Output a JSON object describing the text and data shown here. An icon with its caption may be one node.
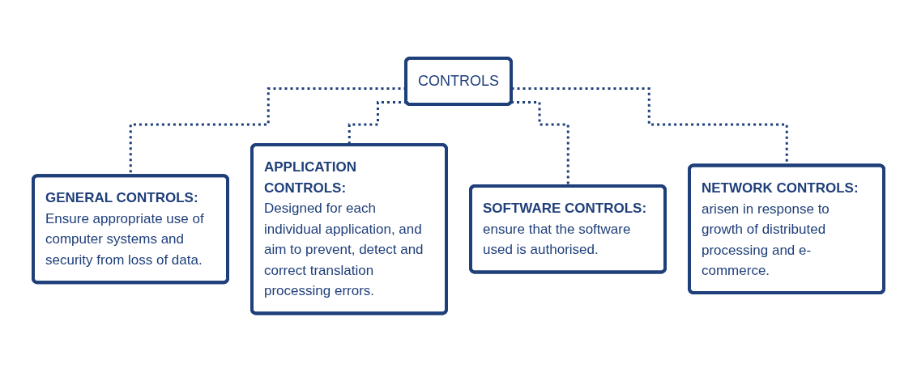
{
  "diagram": {
    "nodes": [
      {
        "text": [
          "CONTROLS"
        ]
      },
      {
        "text": [
          "GENERAL CONTROLS:",
          "Ensure appropriate use of computer systems and security from loss of data."
        ]
      },
      {
        "text": [
          "APPLICATION CONTROLS:",
          "Designed for each individual application, and aim to prevent, detect and correct translation processing errors."
        ]
      },
      {
        "text": [
          "SOFTWARE CONTROLS:",
          "ensure that the software used is authorised."
        ]
      },
      {
        "text": [
          "NETWORK CONTROLS:",
          "arisen in response to growth of distributed processing and e-commerce."
        ]
      }
    ],
    "edges": [
      {
        "from": 0,
        "to": 1,
        "arrow": "none",
        "style": "dashed"
      },
      {
        "from": 0,
        "to": 2,
        "arrow": "none",
        "style": "dashed"
      },
      {
        "from": 0,
        "to": 3,
        "arrow": "none",
        "style": "dashed"
      },
      {
        "from": 0,
        "to": 4,
        "arrow": "none",
        "style": "dashed"
      }
    ]
  }
}
